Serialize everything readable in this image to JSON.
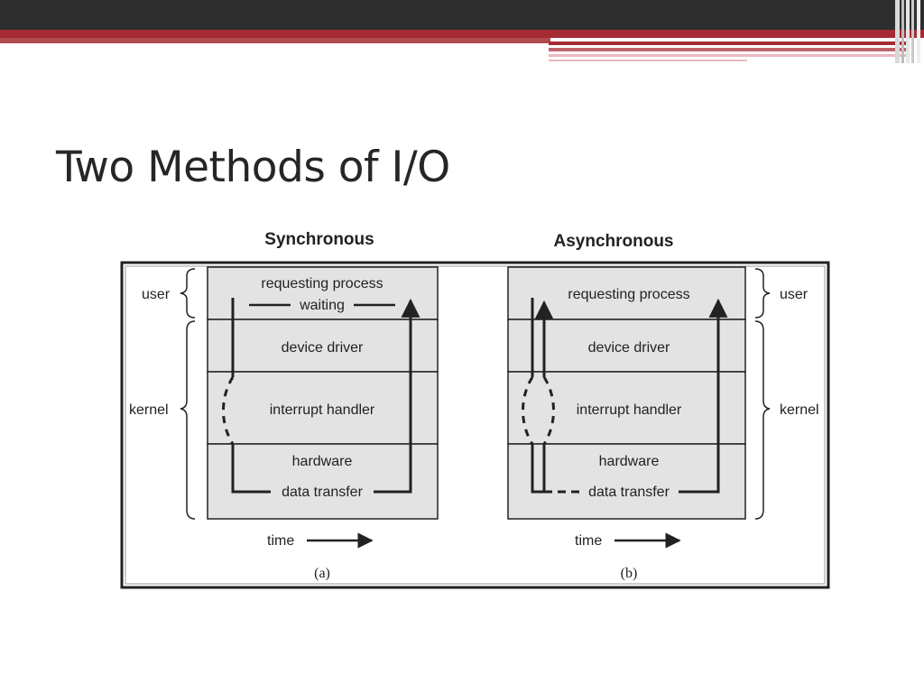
{
  "slide": {
    "title": "Two Methods of I/O"
  },
  "diagram": {
    "panels": [
      {
        "heading": "Synchronous",
        "caption": "(a)",
        "layers": [
          "requesting process",
          "device driver",
          "interrupt handler",
          "hardware"
        ],
        "waiting_label": "waiting",
        "transfer_label": "data transfer",
        "user_label": "user",
        "kernel_label": "kernel",
        "time_label": "time"
      },
      {
        "heading": "Asynchronous",
        "caption": "(b)",
        "layers": [
          "requesting process",
          "device driver",
          "interrupt handler",
          "hardware"
        ],
        "transfer_label": "data transfer",
        "user_label": "user",
        "kernel_label": "kernel",
        "time_label": "time"
      }
    ]
  },
  "colors": {
    "title_bar": "#2e2e2e",
    "accent": "#a52a33",
    "accent_light": "#e8b9bd",
    "layer_fill": "#e3e3e3",
    "stroke": "#222222"
  }
}
